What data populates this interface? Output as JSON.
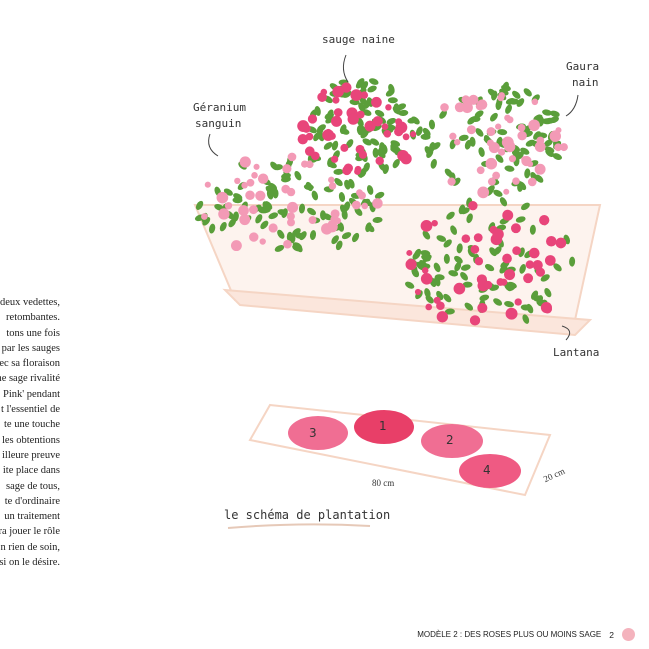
{
  "body_text": [
    "deux vedettes,",
    "retombantes.",
    "tons une fois",
    "par les sauges",
    "ec sa floraison",
    "ne sage rivalité",
    "Pink' pendant",
    "t l'essentiel de",
    "te une touche",
    "les obtentions",
    "illeure preuve",
    "ite place dans",
    "sage de tous,",
    "te d'ordinaire",
    "un traitement",
    "ra jouer le rôle",
    "n rien de soin,",
    "si on le désire."
  ],
  "labels": {
    "sauge": "sauge naine",
    "gaura_1": "Gaura",
    "gaura_2": "nain",
    "geranium_1": "Géranium",
    "geranium_2": "sanguin",
    "lantana": "Lantana",
    "schema": "le schéma de plantation"
  },
  "schema": {
    "positions": [
      "3",
      "1",
      "2",
      "4"
    ],
    "length": "80 cm",
    "width": "20 cm"
  },
  "footer": {
    "title": "MODÈLE 2 : DES ROSES PLUS OU MOINS SAGE",
    "page": "2"
  },
  "colors": {
    "pink": "#e8457a",
    "light_pink": "#f39ab6",
    "green": "#5a9e3a",
    "box": "#f7dccb"
  }
}
